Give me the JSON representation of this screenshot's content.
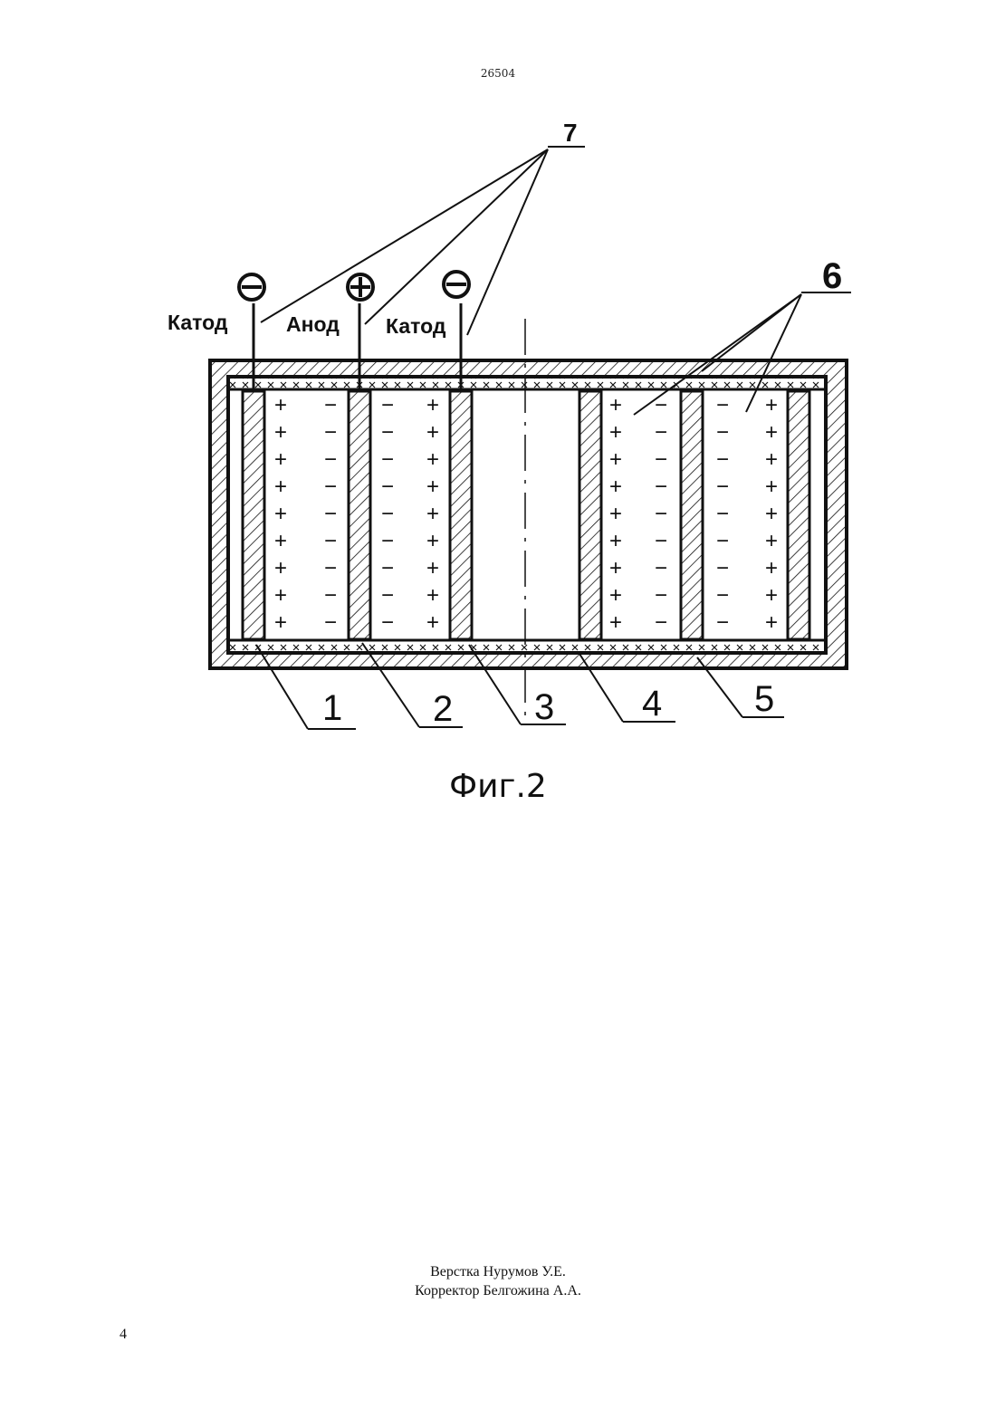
{
  "header": {
    "doc_number": "26504"
  },
  "figure": {
    "caption": "Фиг.2",
    "electrodes": [
      {
        "label": "Катод",
        "symbol": "−"
      },
      {
        "label": "Анод",
        "symbol": "+"
      },
      {
        "label": "Катод",
        "symbol": "−"
      }
    ],
    "callouts": [
      "1",
      "2",
      "3",
      "4",
      "5",
      "6",
      "7"
    ],
    "cell_signs": {
      "cell1_left": "+",
      "cell1_right": "−",
      "cell2_left": "−",
      "cell2_right": "+",
      "cell4_left": "+",
      "cell4_right": "−",
      "cell5_left": "−",
      "cell5_right": "+",
      "rows": 9
    }
  },
  "footer": {
    "layout": "Верстка Нурумов У.Е.",
    "corrector": "Корректор Белгожина А.А.",
    "page_number": "4"
  }
}
